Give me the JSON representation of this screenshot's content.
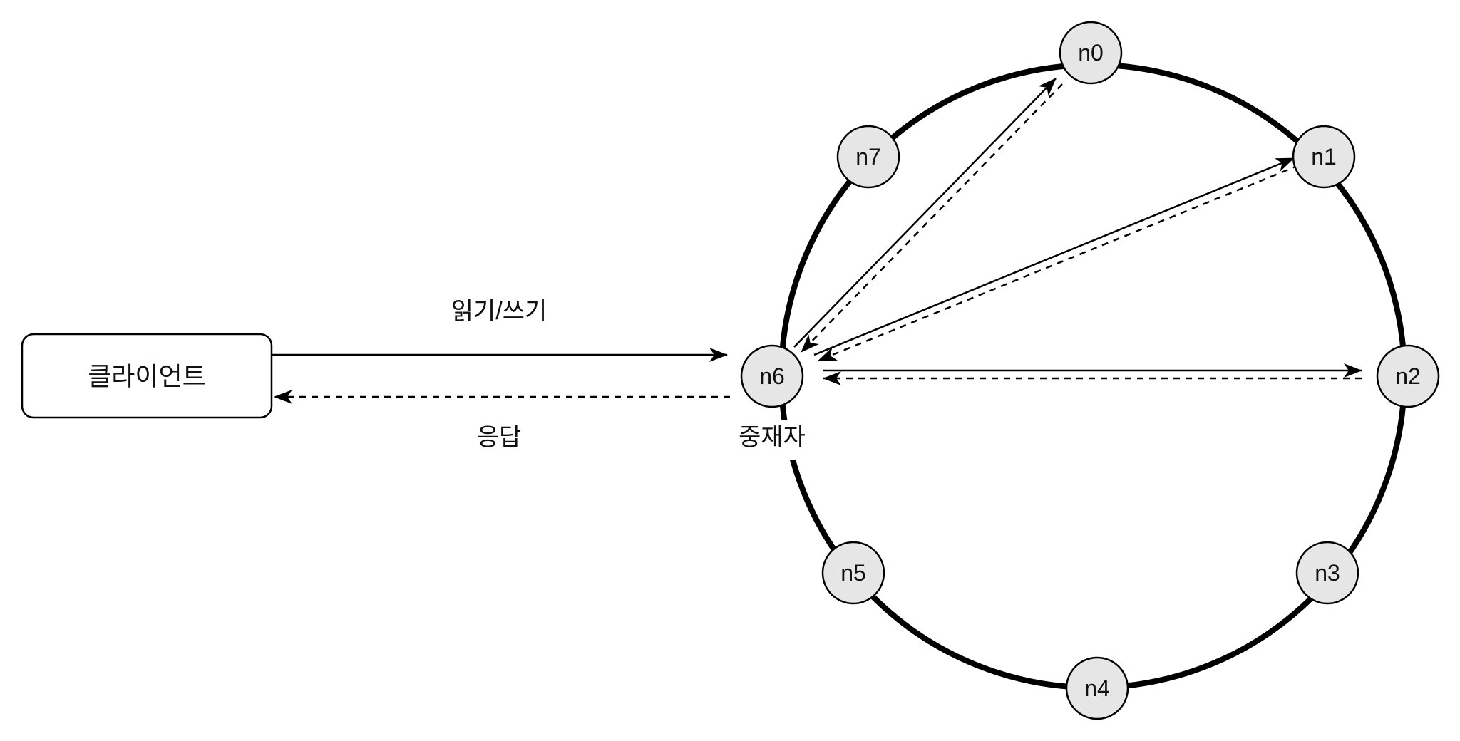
{
  "diagram": {
    "client": {
      "label": "클라이언트"
    },
    "coordinator": {
      "label": "중재자"
    },
    "edges": {
      "request_label": "읽기/쓰기",
      "response_label": "응답"
    },
    "nodes": [
      {
        "id": "n0",
        "label": "n0"
      },
      {
        "id": "n1",
        "label": "n1"
      },
      {
        "id": "n2",
        "label": "n2"
      },
      {
        "id": "n3",
        "label": "n3"
      },
      {
        "id": "n4",
        "label": "n4"
      },
      {
        "id": "n5",
        "label": "n5"
      },
      {
        "id": "n6",
        "label": "n6"
      },
      {
        "id": "n7",
        "label": "n7"
      }
    ],
    "colors": {
      "node_fill": "#e6e6e6",
      "stroke": "#000000",
      "background": "#ffffff"
    }
  }
}
